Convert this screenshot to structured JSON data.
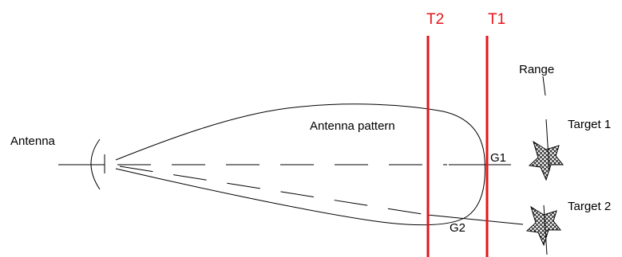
{
  "labels": {
    "antenna": "Antenna",
    "antenna_pattern": "Antenna pattern",
    "t1": "T1",
    "t2": "T2",
    "g1": "G1",
    "g2": "G2",
    "range": "Range",
    "target1": "Target 1",
    "target2": "Target 2"
  },
  "colors": {
    "gate_line": "#e8131a",
    "ink": "#000000"
  },
  "icons": {
    "antenna": "antenna-dish-icon",
    "target1": "aircraft-target-icon",
    "target2": "aircraft-target-icon"
  }
}
